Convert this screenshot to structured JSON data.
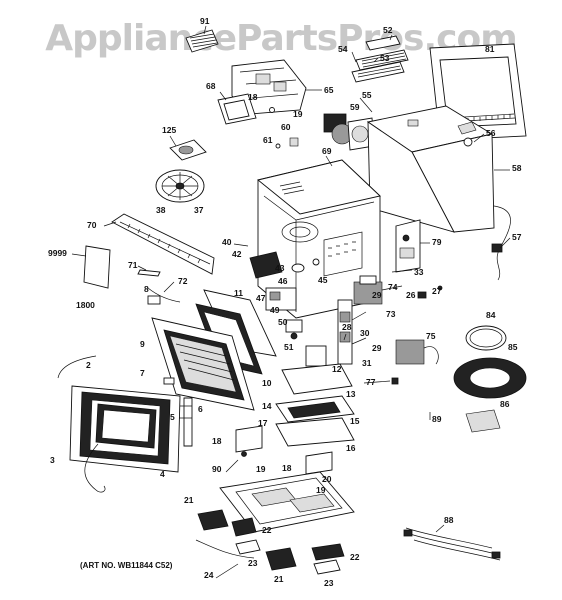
{
  "watermark": "AppliancePartsPros.com",
  "art_number": "(ART NO. WB11844 C52)",
  "labels": [
    "91",
    "52",
    "53",
    "54",
    "81",
    "68",
    "18",
    "65",
    "19",
    "55",
    "59",
    "56",
    "125",
    "60",
    "61",
    "69",
    "58",
    "38",
    "37",
    "70",
    "40",
    "79",
    "9999",
    "71",
    "42",
    "43",
    "45",
    "57",
    "33",
    "74",
    "27",
    "72",
    "1800",
    "8",
    "46",
    "47",
    "26",
    "11",
    "49",
    "50",
    "28",
    "29",
    "30",
    "73",
    "84",
    "75",
    "51",
    "9",
    "29",
    "31",
    "85",
    "2",
    "12",
    "7",
    "77",
    "5",
    "10",
    "13",
    "6",
    "14",
    "15",
    "86",
    "17",
    "89",
    "18",
    "16",
    "90",
    "3",
    "4",
    "19",
    "18",
    "20",
    "19",
    "21",
    "22",
    "88",
    "23",
    "24",
    "21",
    "22",
    "23"
  ]
}
